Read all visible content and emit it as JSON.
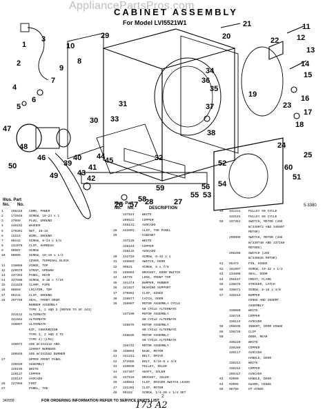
{
  "watermark": "AppliancePartsPros.com",
  "title": "CABINET ASSEMBLY",
  "subtitle": "For Model LVI5521W1",
  "figure_code": "5-3380",
  "callouts": [
    "1",
    "2",
    "3",
    "4",
    "5",
    "6",
    "7",
    "8",
    "9",
    "10",
    "11",
    "12",
    "13",
    "14",
    "15",
    "16",
    "17",
    "18",
    "19",
    "20",
    "21",
    "22",
    "23",
    "24",
    "25",
    "26",
    "27",
    "28",
    "29",
    "30",
    "31",
    "32",
    "33",
    "34",
    "35",
    "36",
    "37",
    "38",
    "39",
    "40",
    "41",
    "42",
    "43",
    "44",
    "45",
    "46",
    "47",
    "48",
    "49",
    "50",
    "51",
    "52",
    "53",
    "54",
    "55",
    "56",
    "57",
    "58",
    "59",
    "60"
  ],
  "table_header": {
    "illus": "Illus. Part",
    "no": "No.",
    "part_no": "No.",
    "description": "DESCRIPTION"
  },
  "col1": [
    [
      "1",
      "298416",
      "CORD, POWER"
    ],
    [
      "2",
      "172848",
      "SCREW, 10-24 x 1"
    ],
    [
      "3",
      "37989",
      "PLUG, GROUND"
    ],
    [
      "4",
      "445152",
      "WASHER"
    ],
    [
      "5",
      "170381",
      "NUT, 10-16"
    ],
    [
      "6",
      "15224",
      "WIRE, GROUND"
    ],
    [
      "7",
      "90242",
      "SCREW, 8-24 x 5/8"
    ],
    [
      "8",
      "231978",
      "CLIP, HARNESS"
    ],
    [
      "9",
      "99997",
      "SCREW"
    ],
    [
      "10",
      "90905",
      "SCREW, 10-16 x 1/2"
    ],
    [
      "",
      "",
      "COVER, TERMINAL BLOCK"
    ],
    [
      "11",
      "238088",
      "HINGE, TOP"
    ],
    [
      "12",
      "229579",
      "STRAP, GROUND"
    ],
    [
      "13",
      "337354",
      "PANEL, REAR"
    ],
    [
      "14",
      "337596",
      "SCREW, 8-18 x 7/16"
    ],
    [
      "15",
      "241529",
      "CLAMP, PIPE"
    ],
    [
      "16",
      "98959",
      "LOCATOR, TOP"
    ],
    [
      "17",
      "99234",
      "CLIP, GROUND"
    ],
    [
      "18",
      "297766",
      "SEAL, FRONT DRUM"
    ],
    [
      "",
      "",
      "BURNER ASSEMBLY"
    ],
    [
      "",
      "",
      "TYPE 1, 2 AND 3 (REFER TO SF 343)"
    ],
    [
      "",
      "343112",
      "ALTERNATE"
    ],
    [
      "",
      "341562",
      "ALTERNATE"
    ],
    [
      "",
      "339097",
      "ALTERNATE"
    ],
    [
      "",
      "",
      "KIT, CONVERSION"
    ],
    [
      "",
      "",
      "TYPE 1, 2 AND 3 TO"
    ],
    [
      "",
      "",
      "TYPE 4) (LPG)"
    ],
    [
      "",
      "339072",
      "USE W/343112 AND"
    ],
    [
      "",
      "",
      "339097 BURNERS"
    ],
    [
      "",
      "299845",
      "USE W/341562 BURNER"
    ],
    [
      "27",
      "",
      "UPPER FRONT PANEL"
    ],
    [
      "",
      "335839",
      "ASSEMBLY"
    ],
    [
      "",
      "335195",
      "WHITE"
    ],
    [
      "",
      "229137",
      "COPPER"
    ],
    [
      "",
      "225147",
      "AVOCADO"
    ],
    [
      "26",
      "227956",
      "FOOT"
    ],
    [
      "27",
      "",
      "PANEL, TOE"
    ]
  ],
  "col2": [
    [
      "",
      "337823",
      "WHITE"
    ],
    [
      "",
      "299622",
      "COPPER"
    ],
    [
      "",
      "338131",
      "AVOCADO"
    ],
    [
      "28",
      "342601",
      "CLIP, TOE PANEL"
    ],
    [
      "29",
      "",
      "CABINET"
    ],
    [
      "",
      "337128",
      "WHITE"
    ],
    [
      "",
      "338163",
      "COPPER"
    ],
    [
      "",
      "338115",
      "AVOCADO"
    ],
    [
      "30",
      "132719",
      "SCREW, 6-32 x 1"
    ],
    [
      "31",
      "338883",
      "SWITCH, DOOR"
    ],
    [
      "32",
      "90631",
      "SCREW, 8 x 7/8"
    ],
    [
      "33",
      "295804",
      "BRACKET, DOOR SWITCH"
    ],
    [
      "34",
      "18776",
      "LOCK, FRONT TOP"
    ],
    [
      "35",
      "341474",
      "BUMPER, RUBBER"
    ],
    [
      "36",
      "341927",
      "BEARING SUPPORT"
    ],
    [
      "37",
      "270992",
      "CLIP, HINGE"
    ],
    [
      "38",
      "238977",
      "CATCH, DOOR"
    ],
    [
      "39",
      "340907",
      "MOTOR ASSEMBLY CYCLE"
    ],
    [
      "",
      "",
      "60 CYCLE ALTERNATE"
    ],
    [
      "",
      "337100",
      "MOTOR ASSEMBLY"
    ],
    [
      "",
      "",
      "60 CYCLE ALTERNATE"
    ],
    [
      "",
      "338875",
      "MOTOR ASSEMBLY"
    ],
    [
      "",
      "",
      "50 CYCLE ALTERNATE"
    ],
    [
      "",
      "338635",
      "MOTOR ASSEMBLY"
    ],
    [
      "",
      "",
      "50 CYCLE ALTERNATE"
    ],
    [
      "",
      "336742",
      "MOTOR ASSEMBLY"
    ],
    [
      "40",
      "339094",
      "BASE, MOTOR"
    ],
    [
      "41",
      "341241",
      "BELT, DRIVE"
    ],
    [
      "42",
      "172655",
      "BOLT, 5/16-8 x 3/4"
    ],
    [
      "43",
      "236030",
      "PULLEY, IDLER"
    ],
    [
      "44",
      "337407",
      "SHAFT, IDLER"
    ],
    [
      "45",
      "337510",
      "BRACKET, IDLER"
    ],
    [
      "46",
      "340962",
      "CLIP, DRIVER SWITCH LEADS"
    ],
    [
      "47",
      "232402",
      "CLIP, MOTOR"
    ],
    [
      "48",
      "90153",
      "SCREW, 1/4-20 x 1/4 SET"
    ]
  ],
  "col3": [
    [
      "49",
      "341231",
      "PULLEY 50 CYCLE"
    ],
    [
      "",
      "342181",
      "PULLEY 60 CYCLE"
    ],
    [
      "50",
      "337351",
      "SWITCH, MOTOR (USE"
    ],
    [
      "",
      "",
      "W/339072 AND 340907"
    ],
    [
      "",
      "",
      "MOTOR)"
    ],
    [
      "",
      "298099",
      "SWITCH, MOTOR (USE"
    ],
    [
      "",
      "",
      "W/339740 AND 337160"
    ],
    [
      "",
      "",
      "MOTORS)"
    ],
    [
      "",
      "298209",
      "SWITCH (USE"
    ],
    [
      "",
      "",
      "W/339635 MOTOR)"
    ],
    [
      "51",
      "85474",
      "PIN, HINGE"
    ],
    [
      "52",
      "161997",
      "SCREW, 10-32 x 1/2"
    ],
    [
      "53",
      "234800",
      "SEAL, DOOR"
    ],
    [
      "54",
      "295187",
      "CREST, FLAME"
    ],
    [
      "55",
      "238876",
      "STRIKER, LATCH"
    ],
    [
      "56",
      "338871",
      "SCREW, 8-18 x 3/8"
    ],
    [
      "57",
      "335614",
      "BUMPER"
    ],
    [
      "",
      "",
      "HINGE AND INSERT"
    ],
    [
      "",
      "",
      "ASSEMBLY"
    ],
    [
      "",
      "338080",
      "WHITE"
    ],
    [
      "",
      "338726",
      "COPPER"
    ],
    [
      "",
      "338124",
      "AVOCADO"
    ],
    [
      "58",
      "298936",
      "INSERT, DOOR HINGE"
    ],
    [
      "59",
      "338726",
      "CLIP"
    ],
    [
      "60",
      "",
      "DOOR, REAR"
    ],
    [
      "",
      "338229",
      "WHITE"
    ],
    [
      "",
      "339269",
      "COPPER"
    ],
    [
      "",
      "339117",
      "AVOCADO"
    ],
    [
      "",
      "",
      "HANDLE, DOOR"
    ],
    [
      "",
      "338211",
      "WHITE"
    ],
    [
      "",
      "338212",
      "COPPER"
    ],
    [
      "",
      "299417",
      "AVOCADO"
    ],
    [
      "63",
      "92090",
      "HANDLE, DOOR"
    ],
    [
      "64",
      "92095",
      "GUARD, HINGE"
    ],
    [
      "65",
      "98768",
      "HT HINGE"
    ]
  ],
  "footer": "FOR ORDERING INFORMATION REFER TO SERVICE PARTS LIST",
  "doc_code": "343558",
  "page_number": "2",
  "handwritten_note": "173 A2"
}
